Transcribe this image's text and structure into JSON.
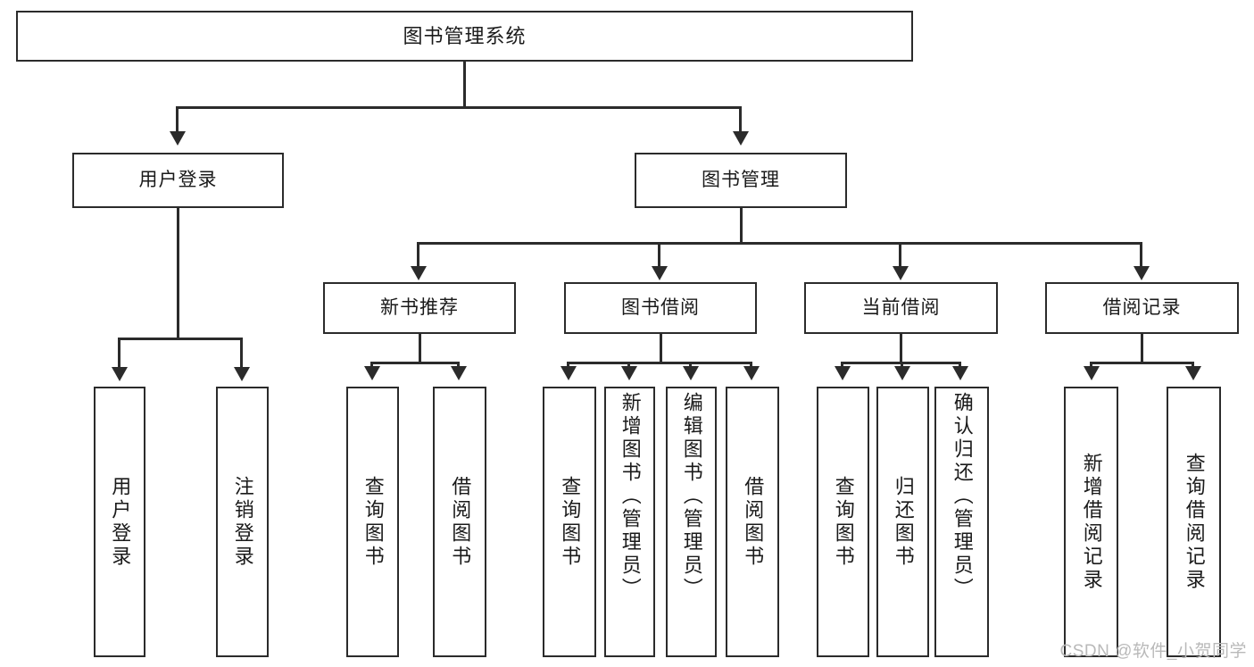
{
  "diagram": {
    "title": "图书管理系统",
    "type": "功能结构图",
    "root": {
      "label": "图书管理系统"
    },
    "level2": [
      {
        "label": "用户登录"
      },
      {
        "label": "图书管理"
      }
    ],
    "level3": [
      {
        "label": "新书推荐"
      },
      {
        "label": "图书借阅"
      },
      {
        "label": "当前借阅"
      },
      {
        "label": "借阅记录"
      }
    ],
    "leaves": [
      {
        "label": "用户登录",
        "parent": "用户登录"
      },
      {
        "label": "注销登录",
        "parent": "用户登录"
      },
      {
        "label": "查询图书",
        "parent": "新书推荐"
      },
      {
        "label": "借阅图书",
        "parent": "新书推荐"
      },
      {
        "label": "查询图书",
        "parent": "图书借阅"
      },
      {
        "label": "新增图书（管理员）",
        "parent": "图书借阅"
      },
      {
        "label": "编辑图书（管理员）",
        "parent": "图书借阅"
      },
      {
        "label": "借阅图书",
        "parent": "图书借阅"
      },
      {
        "label": "查询图书",
        "parent": "当前借阅"
      },
      {
        "label": "归还图书",
        "parent": "当前借阅"
      },
      {
        "label": "确认归还（管理员）",
        "parent": "当前借阅"
      },
      {
        "label": "新增借阅记录",
        "parent": "借阅记录"
      },
      {
        "label": "查询借阅记录",
        "parent": "借阅记录"
      }
    ]
  },
  "watermark": {
    "text": "CSDN @软件_小贺同学"
  },
  "colors": {
    "stroke": "#2b2b2b",
    "fill": "#ffffff",
    "text": "#1a1a1a",
    "watermark": "#b9b9b9"
  }
}
